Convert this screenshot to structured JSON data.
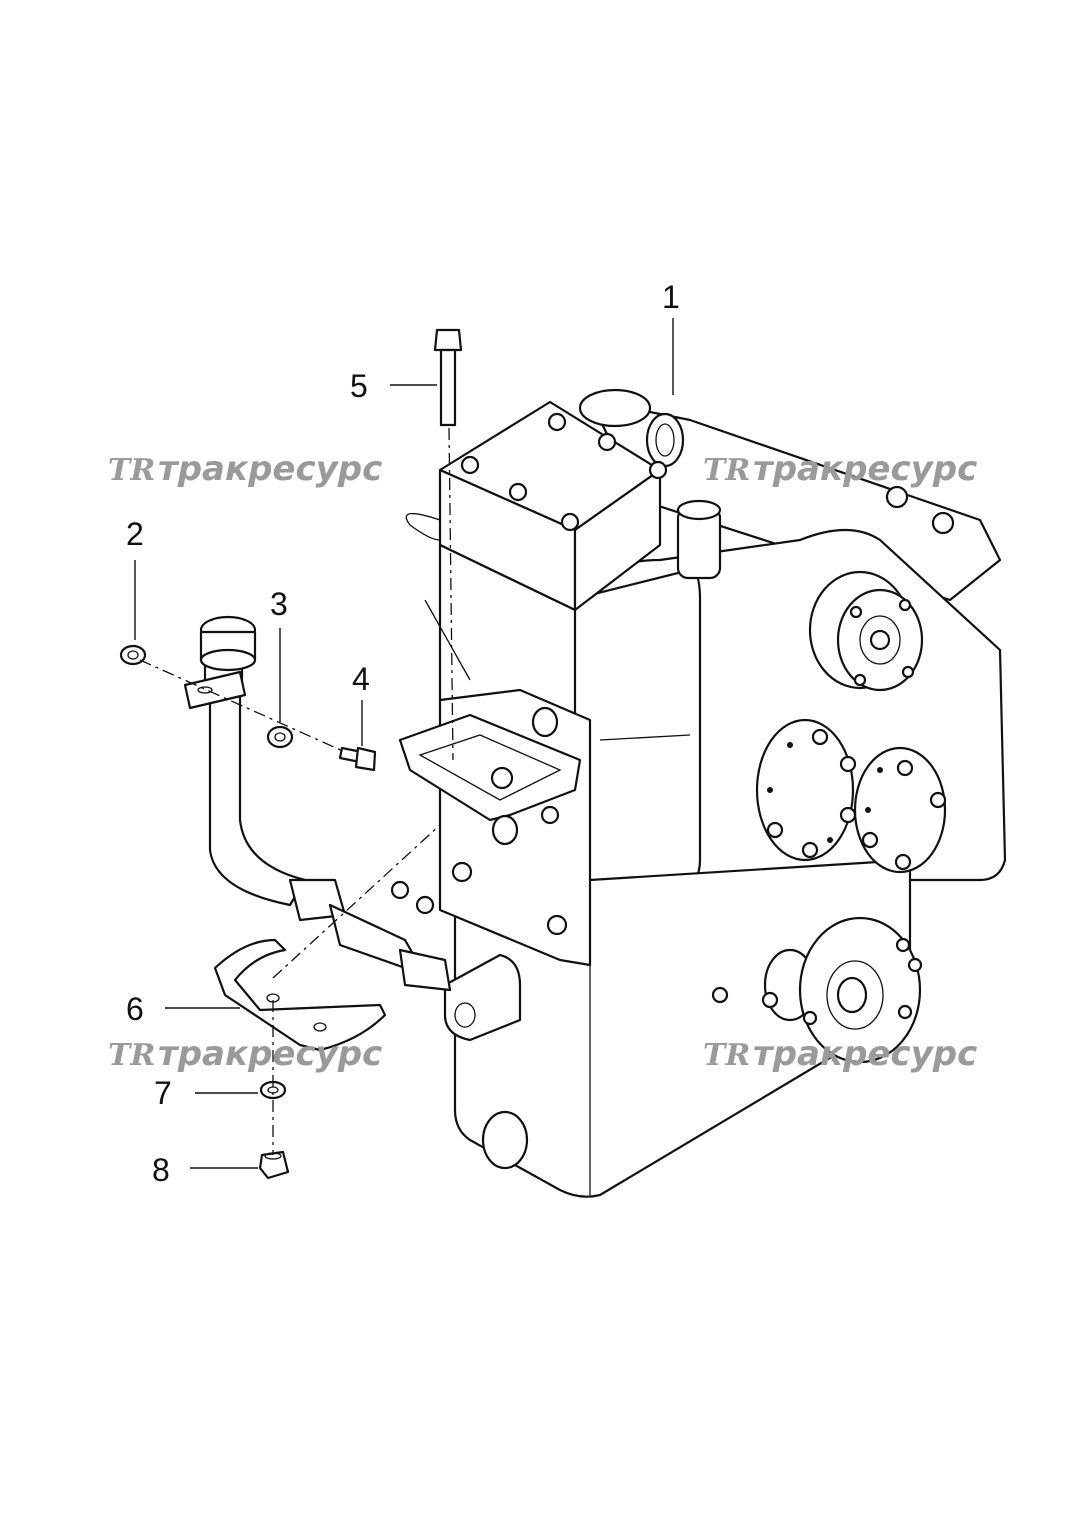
{
  "callouts": [
    {
      "id": "1",
      "label": "1"
    },
    {
      "id": "2",
      "label": "2"
    },
    {
      "id": "3",
      "label": "3"
    },
    {
      "id": "4",
      "label": "4"
    },
    {
      "id": "5",
      "label": "5"
    },
    {
      "id": "6",
      "label": "6"
    },
    {
      "id": "7",
      "label": "7"
    },
    {
      "id": "8",
      "label": "8"
    }
  ],
  "watermark": {
    "logo": "TR",
    "text": "тракресурс"
  }
}
